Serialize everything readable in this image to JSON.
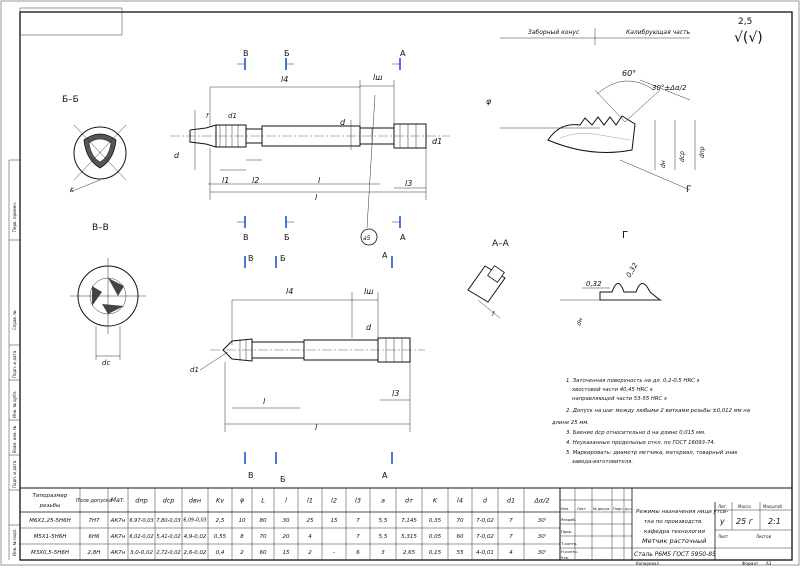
{
  "views": {
    "section_bb": "Б–Б",
    "section_vv": "В–В",
    "section_aa": "А–А",
    "detail_g": "Г"
  },
  "cut_marks": {
    "a": "А",
    "b": "Б",
    "v": "В"
  },
  "surface_finish": {
    "value": "2,5",
    "symbol": "√(√)"
  },
  "callouts": {
    "circle": "а5"
  },
  "profile": {
    "intake_cone": "Заборный конус",
    "calibrating_part": "Калибрующая часть",
    "angle": "60°",
    "half_angle": "30°±Δα/2",
    "phi": "φ",
    "detail_ref": "Г"
  },
  "dims": {
    "l4": "l4",
    "lsh": "lш",
    "l1": "l1",
    "l2": "l2",
    "l": "l",
    "l3": "l3",
    "d": "d",
    "d1": "d1",
    "dc": "dc",
    "f": "f",
    "k": "K",
    "d_pr": "dпр",
    "d_sr": "dср",
    "d_n": "dн"
  },
  "detail_dims": {
    "r1": "0,32",
    "r2": "0,32",
    "r3": "dн"
  },
  "notes": [
    "1. Заточенная поверхность на дл. 0,2-0,5 HRC э",
    "хвостовой части 40,45 HRC э",
    "направляющей части 53-55 HRC э",
    "2. Допуск на шаг между любыми 2 витками резьбы ±0,012 мм на",
    "длине 25 мм.",
    "3. Биение dср относительно d на длине 0,015 мм.",
    "4. Неуказанные предельные откл. по ГОСТ 16093-74.",
    "5. Маркировать: диаметр метчика, материал, товарный знак",
    "завода-изготовителя."
  ],
  "table": {
    "headers": [
      "Типоразмер резьбы",
      "Поле допуска",
      "Мат.",
      "dпр",
      "dср",
      "dвн",
      "Kv",
      "φ",
      "L",
      "l",
      "l1",
      "l2",
      "l3",
      "a",
      "dт",
      "K",
      "l4",
      "d",
      "d1",
      "Δα/2"
    ],
    "rows": [
      [
        "M6X1,25-5H6H",
        "7H7",
        "АК7н",
        "6,97-0,03",
        "7,80-0,03",
        "6,09-0,03",
        "2,5",
        "10",
        "80",
        "30",
        "25",
        "15",
        "7",
        "5,5",
        "7,145",
        "0,35",
        "70",
        "7-0,02",
        "7",
        "30'"
      ],
      [
        "M5X1-5H6H",
        "6H6",
        "АК7н",
        "6,02-0,02",
        "5,41-0,02",
        "4,9-0,02",
        "0,55",
        "8",
        "70",
        "20",
        "4",
        "",
        "7",
        "5,5",
        "5,315",
        "0,05",
        "60",
        "7-0,02",
        "7",
        "30'"
      ],
      [
        "M3X0,5-5H6H",
        "2,8H",
        "АК7н",
        "3,0-0,02",
        "2,72-0,02",
        "2,6-0,02",
        "0,4",
        "2",
        "60",
        "15",
        "2",
        "–",
        "6",
        "3",
        "2,65",
        "0,15",
        "55",
        "4-0,01",
        "4",
        "30'"
      ]
    ]
  },
  "title_block": {
    "name_line1": "Режимы назначения ници утсе-",
    "name_line2": "тка по производств.",
    "name_line3": "кафедра технологии",
    "title": "Метчик расточный",
    "subtitle": "Сталь Р6М5 ГОСТ 5950-85",
    "mass_label": "Масса",
    "scale_label": "Масштаб",
    "lit_label": "Лит.",
    "mass": "25 г",
    "scale": "2:1",
    "lit": "у",
    "sheet_label": "Лист",
    "sheets_label": "Листов",
    "format_label": "Формат",
    "format": "А3",
    "copy_label": "Копировал",
    "role_labels": [
      "Разраб.",
      "Пров.",
      "Т.контр.",
      "",
      "Н.контр.",
      "Утв."
    ],
    "col_labels": [
      "Изм.",
      "Лист",
      "№ докум.",
      "Подп.",
      "Дата"
    ]
  },
  "side_stamp": [
    "Перв. примен.",
    "Справ. №",
    "Подп. и дата",
    "Инв. № дубл.",
    "Взам. инв. №",
    "Подп. и дата",
    "Инв. № подл."
  ]
}
